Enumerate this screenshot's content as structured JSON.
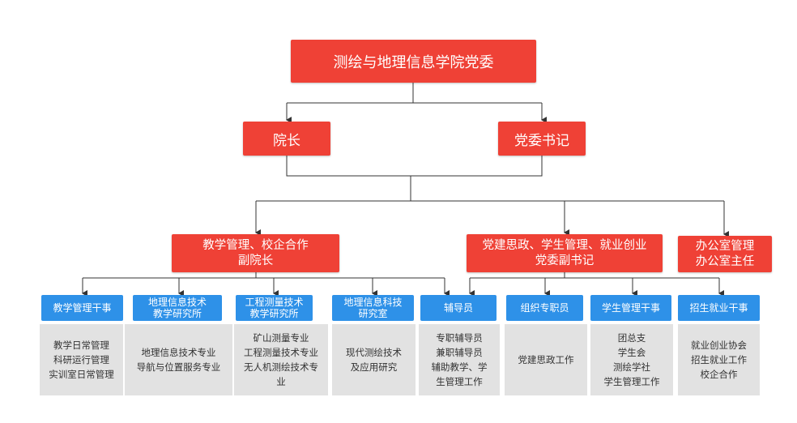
{
  "root": {
    "label": "测绘与地理信息学院党委"
  },
  "level2": {
    "dean": "院长",
    "secretary": "党委书记"
  },
  "level3": {
    "teaching": [
      "教学管理、校企合作",
      "副院长"
    ],
    "party": [
      "党建思政、学生管理、就业创业",
      "党委副书记"
    ],
    "office": [
      "办公室管理",
      "办公室主任"
    ]
  },
  "units": [
    {
      "title": [
        "教学管理干事"
      ],
      "duties": [
        "教学日常管理",
        "科研运行管理",
        "实训室日常管理"
      ]
    },
    {
      "title": [
        "地理信息技术",
        "教学研究所"
      ],
      "duties": [
        "地理信息技术专业",
        "导航与位置服务专业"
      ]
    },
    {
      "title": [
        "工程测量技术",
        "教学研究所"
      ],
      "duties": [
        "矿山测量专业",
        "工程测量技术专业",
        "无人机测绘技术专",
        "业"
      ]
    },
    {
      "title": [
        "地理信息科技",
        "研究室"
      ],
      "duties": [
        "现代测绘技术",
        "及应用研究"
      ]
    },
    {
      "title": [
        "辅导员"
      ],
      "duties": [
        "专职辅导员",
        "兼职辅导员",
        "辅助教学、学",
        "生管理工作"
      ]
    },
    {
      "title": [
        "组织专职员"
      ],
      "duties": [
        "党建思政工作"
      ]
    },
    {
      "title": [
        "学生管理干事"
      ],
      "duties": [
        "团总支",
        "学生会",
        "测绘学社",
        "学生管理工作"
      ]
    },
    {
      "title": [
        "招生就业干事"
      ],
      "duties": [
        "就业创业协会",
        "招生就业工作",
        "校企合作"
      ]
    }
  ],
  "colors": {
    "red": "#ef4136",
    "blue": "#2e91e8",
    "gray": "#e2e2e2",
    "line": "#333333"
  }
}
